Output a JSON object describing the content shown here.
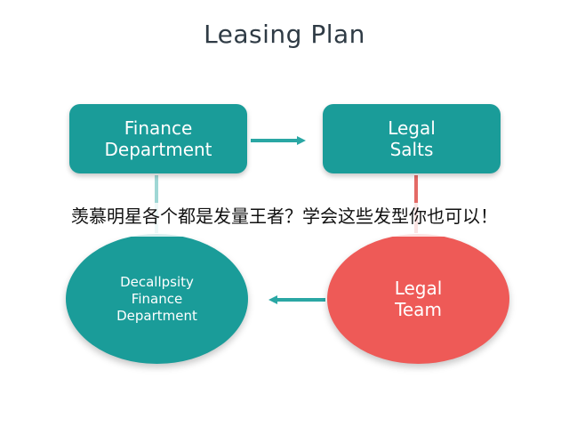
{
  "diagram": {
    "title": "Leasing Plan",
    "nodes": {
      "finance": {
        "lines": [
          "Finance",
          "Department"
        ]
      },
      "legal_salts": {
        "lines": [
          "Legal",
          "Salts"
        ]
      },
      "decallpsity": {
        "lines": [
          "Decallpsity",
          "Finance",
          "Department"
        ]
      },
      "legal_team": {
        "lines": [
          "Legal",
          "Team"
        ]
      }
    },
    "edges": [
      {
        "from": "Finance Department",
        "to": "Legal Salts"
      },
      {
        "from": "Legal Salts",
        "to": "Legal Team"
      },
      {
        "from": "Legal Team",
        "to": "Decallpsity Finance Department"
      },
      {
        "from": "Finance Department",
        "to": "Decallpsity Finance Department"
      }
    ],
    "colors": {
      "teal": "#1a9c99",
      "coral": "#ee5a57",
      "connector_teal": "#2aa7a4",
      "connector_coral": "#e46a66",
      "title_text": "#2f3b45"
    }
  },
  "overlay": {
    "caption": "羡慕明星各个都是发量王者？学会这些发型你也可以！"
  }
}
